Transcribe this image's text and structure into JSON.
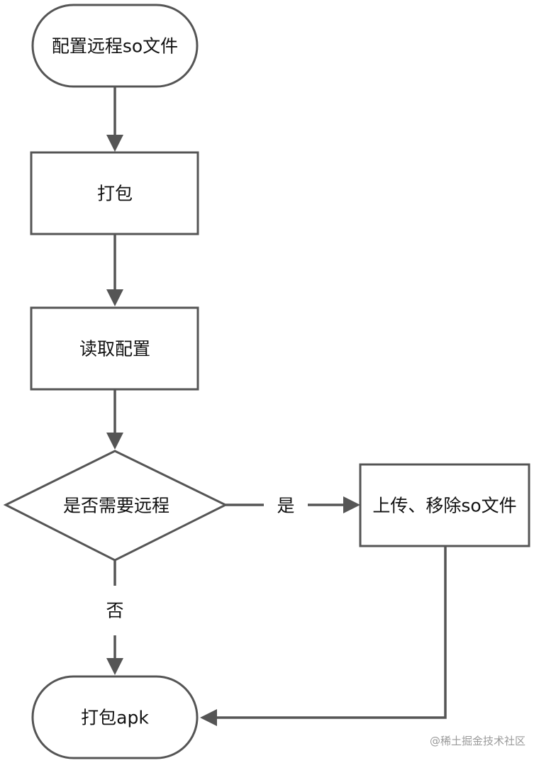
{
  "nodes": {
    "start": "配置远程so文件",
    "package": "打包",
    "read_config": "读取配置",
    "decision": "是否需要远程",
    "upload": "上传、移除so文件",
    "end": "打包apk"
  },
  "edges": {
    "yes_label": "是",
    "no_label": "否"
  },
  "watermark": "@稀土掘金技术社区",
  "colors": {
    "stroke": "#555555",
    "text": "#111111",
    "background": "#ffffff",
    "watermark": "#9a9a9a"
  }
}
